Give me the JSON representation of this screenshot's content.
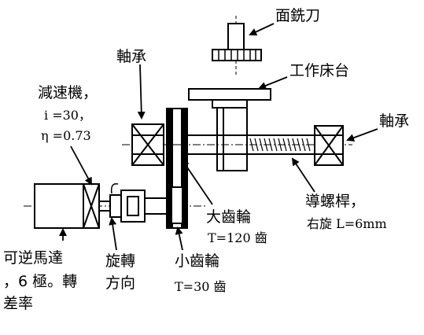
{
  "labels": {
    "face_mill": "面銑刀",
    "bearing_left": "軸承",
    "bearing_right": "軸承",
    "worktable": "工作床台",
    "reducer_line1": "減速機，",
    "reducer_line2": "i =30，",
    "reducer_line3": "η =0.73",
    "large_gear_line1": "大齒輪",
    "large_gear_line2": "T=120 齒",
    "lead_screw_line1": "導螺桿，",
    "lead_screw_line2": "右旋 L=6mm",
    "motor_line1": "可逆馬達",
    "motor_line2": "，6 極。轉",
    "motor_line3": "差率",
    "rotation_line1": "旋轉",
    "rotation_line2": "方向",
    "small_gear_line1": "小齒輪",
    "small_gear_line2": "T=30 齒"
  }
}
